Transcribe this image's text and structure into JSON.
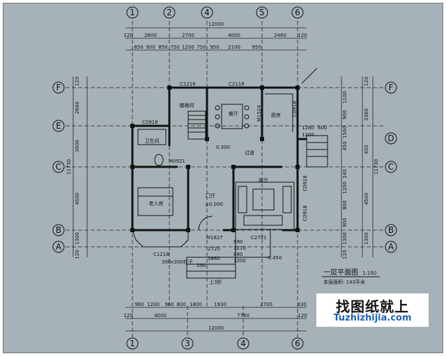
{
  "axes_x": [
    "1",
    "2",
    "4",
    "5",
    "6"
  ],
  "axes_x_bottom": [
    "1",
    "3",
    "4",
    "6"
  ],
  "axes_y": [
    "F",
    "E",
    "C",
    "B",
    "A"
  ],
  "axes_y_right": [
    "F",
    "D",
    "C",
    "B",
    "A"
  ],
  "dims_top_total": "12000",
  "dims_top_1": [
    "120",
    "2600",
    "2700",
    "4000",
    "2460",
    "120"
  ],
  "dims_top_2": [
    "850",
    "900",
    "850",
    "750",
    "1200",
    "750",
    "950",
    "2100",
    "950"
  ],
  "dims_bottom_1": [
    "960",
    "1200",
    "960",
    "800",
    "1800",
    "1930",
    "2700",
    "330"
  ],
  "dims_bottom_2": [
    "120",
    "4000",
    "7760",
    "120"
  ],
  "dims_bottom_total": "12000",
  "dims_left": [
    "120",
    "2660",
    "3000",
    "11730",
    "4500",
    "1300",
    "120"
  ],
  "dims_right_1": [
    "1100",
    "900",
    "3360",
    "1560",
    "450",
    "11730",
    "240",
    "1300",
    "4500",
    "800",
    "900",
    "1200"
  ],
  "dims_right_2": [
    "120",
    "450",
    "1300",
    "120"
  ],
  "rooms": {
    "stair": "楼梯间",
    "dining": "餐厅",
    "kitchen": "厨房",
    "bath": "卫生间",
    "bedroom": "老人房",
    "hall": "门厅",
    "living": "客厅",
    "corridor": "过道"
  },
  "labels": {
    "c1218_top": "C1218",
    "c2118": "C2118",
    "c0918_a": "C0918",
    "m0921": "M0921",
    "m1524": "M1524",
    "c0918_r1": "C0918",
    "c0918_r2": "C0918",
    "c0918_r3": "C0918",
    "m1827": "M1827",
    "c2721": "C2721",
    "c1218_bottom": "C1218",
    "dim_1280": "1280",
    "dim_600": "600",
    "dim_1200": "1200",
    "lvl_0300": "0.300",
    "lvl_hall": "±0.000",
    "lvl_0450": "-0.450",
    "dim_2720": "2720",
    "dim_3860": "3860",
    "dim_390": "390",
    "dim_890": "890",
    "dim_1210": "1210",
    "dim_880": "880",
    "dim_1200b": "1200",
    "bay": "300x300柱子",
    "steps": "上3阶"
  },
  "title": "一层平面图",
  "scale": "1:100",
  "area_note": "本层面积: 143平米",
  "watermark": {
    "cn": "找图纸就上",
    "en": "Tuzhizhijia.com"
  }
}
